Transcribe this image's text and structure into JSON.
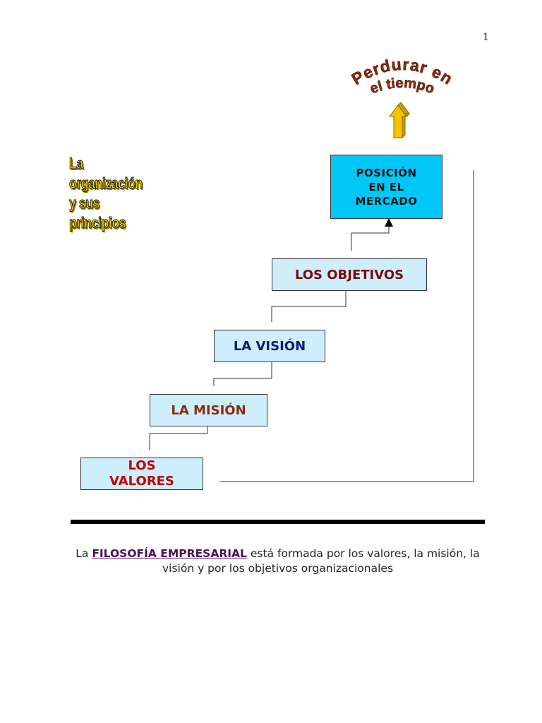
{
  "page_number": "1",
  "wordart": {
    "top_arc": "Perdurar en",
    "top_line2": "el tiempo",
    "org_line1": "La organización",
    "org_line2": "y sus principios"
  },
  "boxes": {
    "posicion": [
      "POSICIÓN",
      "EN EL",
      "MERCADO"
    ],
    "objetivos": "LOS OBJETIVOS",
    "vision": "LA VISIÓN",
    "mision": "LA MISIÓN",
    "valores": [
      "LOS",
      "VALORES"
    ]
  },
  "caption": {
    "prefix": "La ",
    "emphasis": "FILOSOFÍA EMPRESARIAL",
    "rest": " está formada por  los valores,  la misión, la visión y por los objetivos organizacionales"
  },
  "colors": {
    "box_fill": "#cfeefc",
    "posicion_fill": "#00c7f5",
    "wordart_gold": "#f5d400",
    "wordart_brown": "#8b2a0a",
    "arrow_gold": "#f5c400"
  }
}
